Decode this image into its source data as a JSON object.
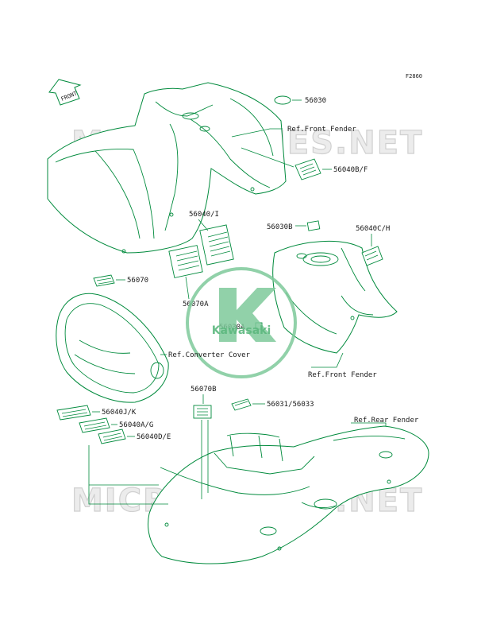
{
  "diagram_code": "F2860",
  "front_arrow_label": "FRONT",
  "watermarks": [
    "MICROFICHES.NET",
    "MICROFICHES.NET"
  ],
  "logo_text": "Kawasaki",
  "labels": {
    "p56030": "56030",
    "ref_front_fender_top": "Ref.Front Fender",
    "p56040bf": "56040B/F",
    "p56040i": "56040/I",
    "p56030b": "56030B",
    "p56040ch": "56040C/H",
    "p56070": "56070",
    "p56070a": "56070A",
    "p56030a": "56030A",
    "ref_converter_cover": "Ref.Converter Cover",
    "ref_front_fender_mid": "Ref.Front Fender",
    "p56070b": "56070B",
    "p56031_56033": "56031/56033",
    "ref_rear_fender": "Ref.Rear Fender",
    "p56040jk": "56040J/K",
    "p56040ag": "56040A/G",
    "p56040de": "56040D/E"
  },
  "colors": {
    "line": "#008a3c",
    "logo": "#7ec99a",
    "watermark": "#d0d0d0",
    "text": "#1a1a1a"
  }
}
